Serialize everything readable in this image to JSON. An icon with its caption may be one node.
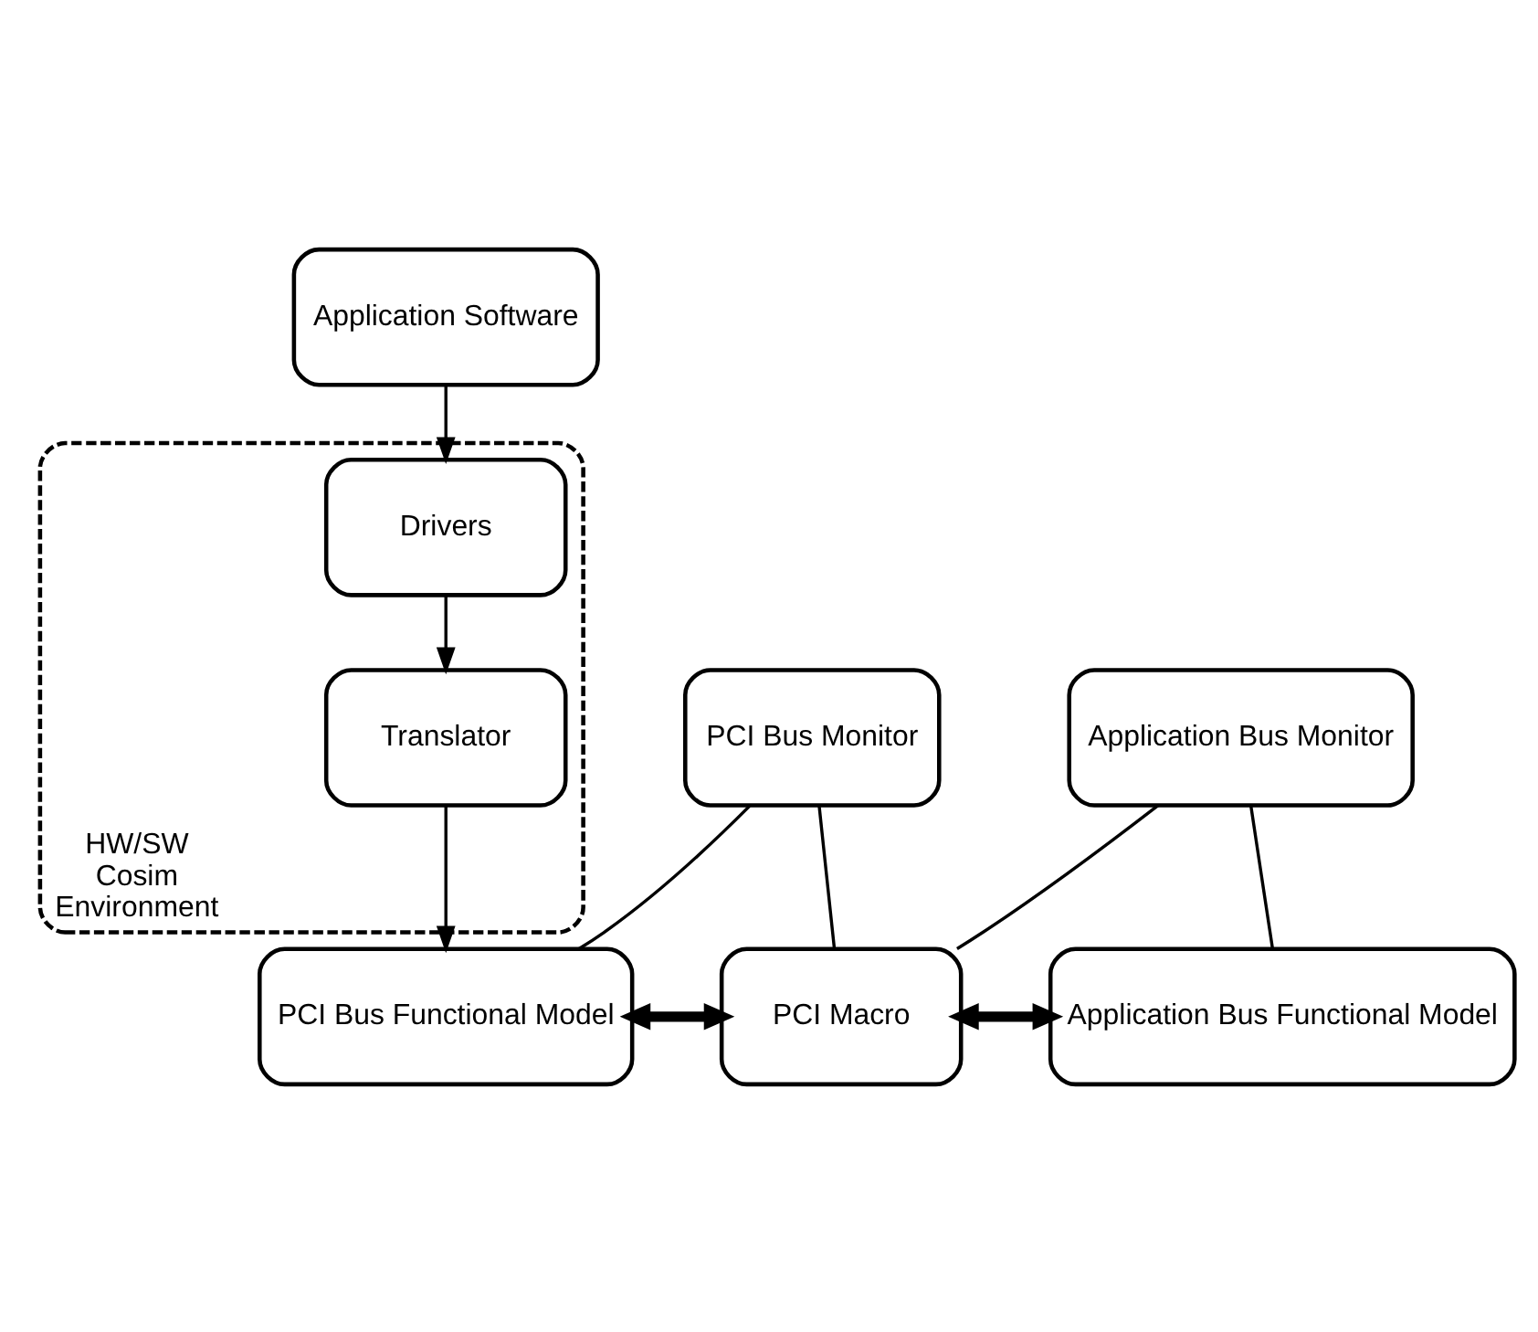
{
  "diagram": {
    "nodes": [
      {
        "text": [
          "Application Software"
        ]
      },
      {
        "text": [
          "HW/SW Cosim Environment"
        ]
      },
      {
        "text": [
          "Drivers"
        ],
        "in": 1
      },
      {
        "text": [
          "Translator"
        ],
        "in": 1
      },
      {
        "text": [
          "PCI Bus Monitor"
        ]
      },
      {
        "text": [
          "Application Bus Monitor"
        ]
      },
      {
        "text": [
          "PCI Bus Functional Model"
        ]
      },
      {
        "text": [
          "PCI Macro"
        ]
      },
      {
        "text": [
          "Application Bus Functional Model"
        ]
      }
    ],
    "edges": [
      {
        "from": 0,
        "to": 2,
        "arrow": "to"
      },
      {
        "from": 2,
        "to": 3,
        "arrow": "to"
      },
      {
        "from": 3,
        "to": 6,
        "arrow": "to"
      },
      {
        "from": 6,
        "to": 7,
        "arrow": "both",
        "style": "thick"
      },
      {
        "from": 4,
        "to": 6,
        "arrow": "none"
      },
      {
        "from": 4,
        "to": 7,
        "arrow": "none"
      },
      {
        "from": 7,
        "to": 8,
        "arrow": "both",
        "style": "thick"
      },
      {
        "from": 5,
        "to": 7,
        "arrow": "none"
      },
      {
        "from": 5,
        "to": 8,
        "arrow": "none"
      }
    ]
  }
}
